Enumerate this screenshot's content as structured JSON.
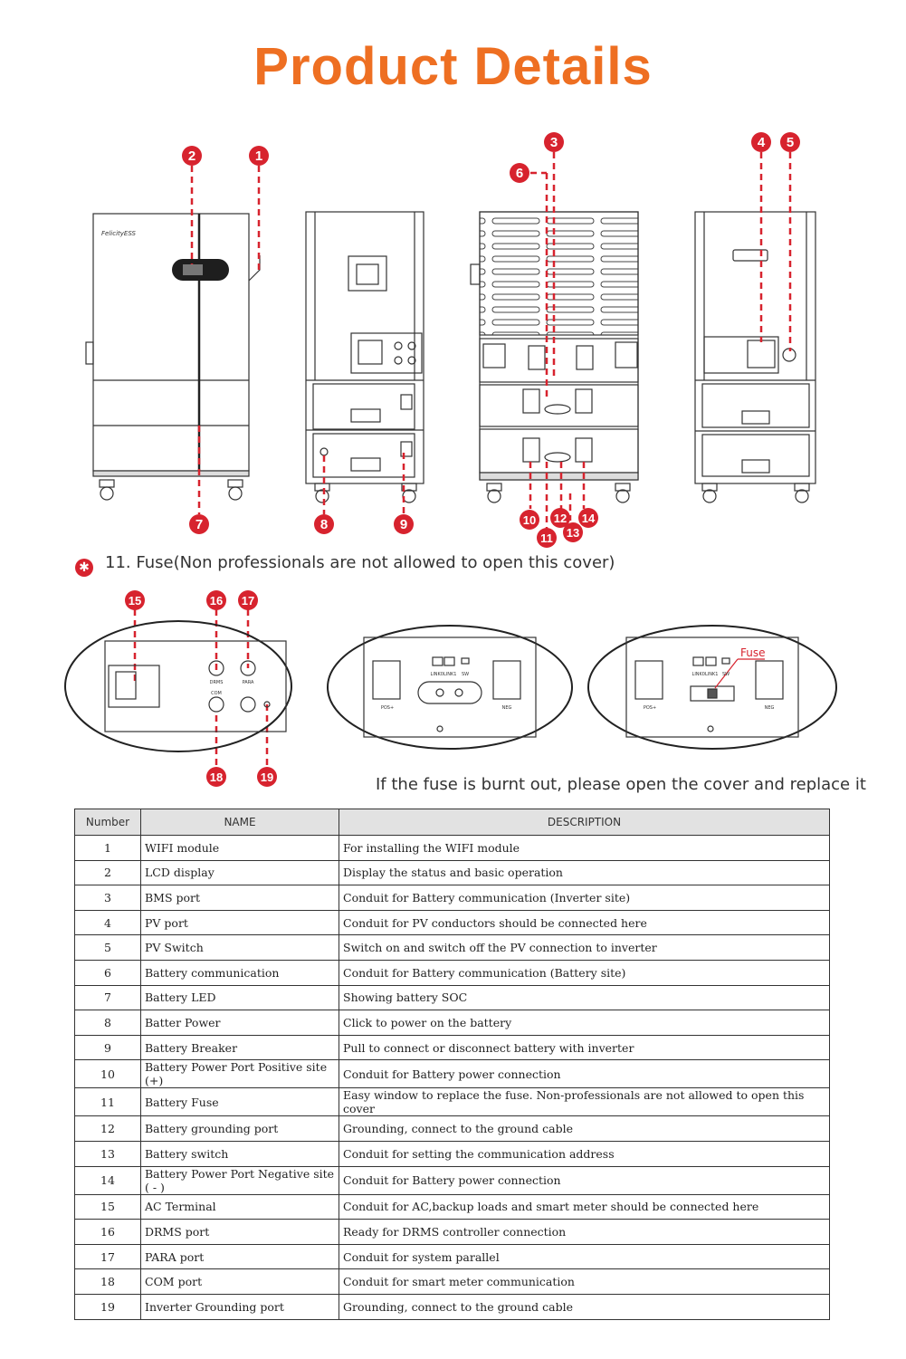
{
  "page": {
    "title": "Product Details",
    "fuse_note": "11. Fuse(Non professionals are not allowed to open this cover)",
    "replace_note": "If the fuse is burnt out, please open the cover and replace it"
  },
  "colors": {
    "accent": "#ee6f22",
    "marker": "#d7232e",
    "header_bg": "#e2e2e2"
  },
  "diagram": {
    "brand": "FelicityESS",
    "callouts": [
      "1",
      "2",
      "3",
      "4",
      "5",
      "6",
      "7",
      "8",
      "9",
      "10",
      "11",
      "12",
      "13",
      "14",
      "15",
      "16",
      "17",
      "18",
      "19"
    ],
    "port_labels": {
      "drms": "DRMS",
      "para": "PARA",
      "com": "COM",
      "link": "LINK0LINK1",
      "sw": "SW",
      "pos": "POS+",
      "neg": "NEG",
      "fuse": "Fuse"
    }
  },
  "table": {
    "headers": {
      "number": "Number",
      "name": "NAME",
      "description": "DESCRIPTION"
    },
    "rows": [
      {
        "number": "1",
        "name": "WIFI module",
        "description": "For installing the WIFI module"
      },
      {
        "number": "2",
        "name": "LCD display",
        "description": "Display the status and basic operation"
      },
      {
        "number": "3",
        "name": "BMS port",
        "description": "Conduit for Battery communication (Inverter site)"
      },
      {
        "number": "4",
        "name": "PV port",
        "description": "Conduit for PV conductors should be connected here"
      },
      {
        "number": "5",
        "name": "PV Switch",
        "description": "Switch on and switch off the PV connection to inverter"
      },
      {
        "number": "6",
        "name": "Battery communication",
        "description": "Conduit for Battery communication (Battery site)"
      },
      {
        "number": "7",
        "name": "Battery LED",
        "description": "Showing battery SOC"
      },
      {
        "number": "8",
        "name": "Batter Power",
        "description": "Click to power on the battery"
      },
      {
        "number": "9",
        "name": "Battery Breaker",
        "description": "Pull to connect or disconnect battery with inverter"
      },
      {
        "number": "10",
        "name": "Battery Power Port Positive site (+)",
        "description": "Conduit for Battery power connection"
      },
      {
        "number": "11",
        "name": "Battery Fuse",
        "description": "Easy window to replace the fuse. Non-professionals are not allowed to open this cover"
      },
      {
        "number": "12",
        "name": "Battery grounding port",
        "description": "Grounding, connect to the ground cable"
      },
      {
        "number": "13",
        "name": "Battery switch",
        "description": "Conduit for setting the communication address"
      },
      {
        "number": "14",
        "name": "Battery Power Port Negative site ( - )",
        "description": "Conduit for Battery power connection"
      },
      {
        "number": "15",
        "name": "AC Terminal",
        "description": "Conduit for AC,backup loads and smart meter should be connected here"
      },
      {
        "number": "16",
        "name": "DRMS port",
        "description": "Ready for DRMS controller connection"
      },
      {
        "number": "17",
        "name": "PARA port",
        "description": "Conduit for system parallel"
      },
      {
        "number": "18",
        "name": "COM port",
        "description": "Conduit for smart meter communication"
      },
      {
        "number": "19",
        "name": "Inverter Grounding port",
        "description": "Grounding, connect to the ground cable"
      }
    ]
  }
}
